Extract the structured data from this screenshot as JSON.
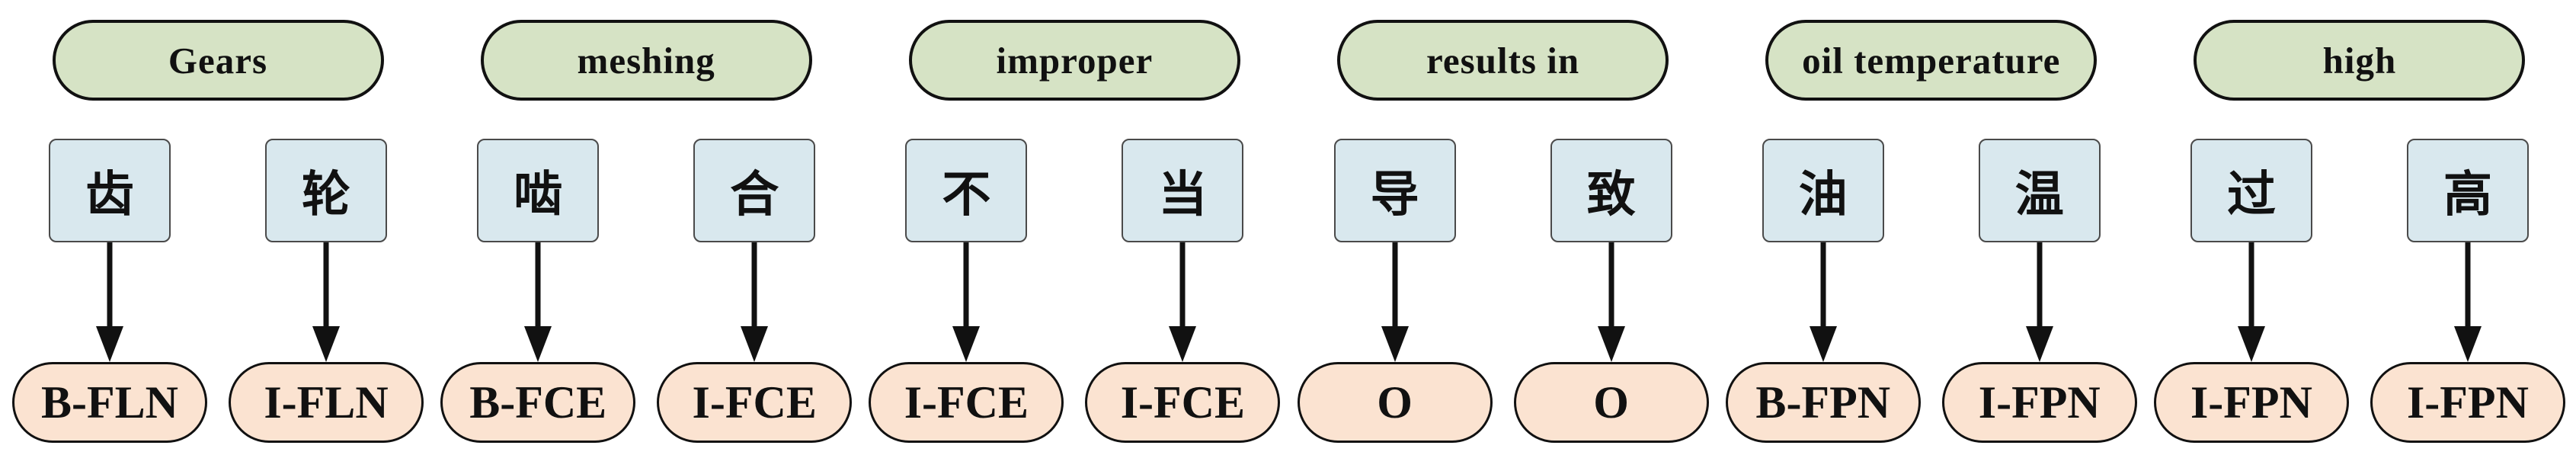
{
  "figure": {
    "description": "BIO sequence-labeling diagram: English words aligned to Chinese characters with entity tags",
    "colors": {
      "word_pill_fill": "#d6e3c5",
      "char_box_fill": "#d9e8ee",
      "tag_pill_fill": "#fbe3d1",
      "outline": "#111111",
      "background": "#ffffff"
    },
    "groups": [
      {
        "word": "Gears",
        "tokens": [
          {
            "char": "齿",
            "tag": "B-FLN"
          },
          {
            "char": "轮",
            "tag": "I-FLN"
          }
        ]
      },
      {
        "word": "meshing",
        "tokens": [
          {
            "char": "啮",
            "tag": "B-FCE"
          },
          {
            "char": "合",
            "tag": "I-FCE"
          }
        ]
      },
      {
        "word": "improper",
        "tokens": [
          {
            "char": "不",
            "tag": "I-FCE"
          },
          {
            "char": "当",
            "tag": "I-FCE"
          }
        ]
      },
      {
        "word": "results in",
        "tokens": [
          {
            "char": "导",
            "tag": "O"
          },
          {
            "char": "致",
            "tag": "O"
          }
        ]
      },
      {
        "word": "oil temperature",
        "tokens": [
          {
            "char": "油",
            "tag": "B-FPN"
          },
          {
            "char": "温",
            "tag": "I-FPN"
          }
        ]
      },
      {
        "word": "high",
        "tokens": [
          {
            "char": "过",
            "tag": "I-FPN"
          },
          {
            "char": "高",
            "tag": "I-FPN"
          }
        ]
      }
    ]
  }
}
